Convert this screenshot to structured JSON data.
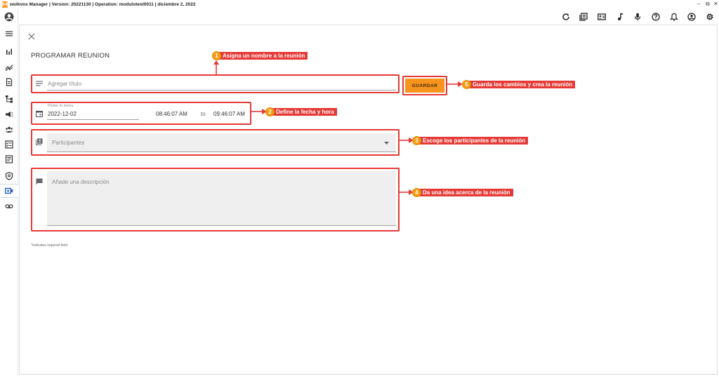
{
  "titlebar": {
    "text": "wolkvox Manager  | Version: 20221130 |  Operation: modulotest0011 | diciembre 2, 2022",
    "minimize": "–",
    "restore": "⧉",
    "close": "✕"
  },
  "toolbar": {
    "icons": [
      "refresh-icon",
      "library-icon",
      "contact-card-icon",
      "music-note-icon",
      "microphone-icon",
      "help-icon",
      "bell-icon",
      "account-icon",
      "settings-icon"
    ]
  },
  "sidebar": {
    "icons": [
      "menu-icon",
      "bar-chart-icon",
      "trend-icon",
      "document-icon",
      "hierarchy-icon",
      "campaign-icon",
      "group-icon",
      "checklist-icon",
      "report-icon",
      "shield-icon",
      "video-call-icon",
      "voicemail-icon"
    ]
  },
  "form": {
    "title": "PROGRAMAR REUNION",
    "title_placeholder": "Agregar título",
    "save_label": "GUARDAR",
    "picker_label": "Picker in menu",
    "date": "2022-12-02",
    "time_from": "08:46:07 AM",
    "to_label": "to",
    "time_to": "09:46:07 AM",
    "participants_placeholder": "Participantes",
    "description_placeholder": "Añade una descripción",
    "required_note": "*indicates required field"
  },
  "callouts": [
    {
      "num": "1",
      "text": "Asigna un nombre a la reunión"
    },
    {
      "num": "2",
      "text": "Define la fecha y hora"
    },
    {
      "num": "3",
      "text": "Escoge los participantes de la reunión"
    },
    {
      "num": "4",
      "text": "Da una idea acerca de la reunión"
    },
    {
      "num": "5",
      "text": "Guarda los cambios y crea la reunión"
    }
  ],
  "colors": {
    "accent": "#f7941d",
    "annotation_red": "#e53935",
    "annotation_orange": "#f39c12"
  }
}
